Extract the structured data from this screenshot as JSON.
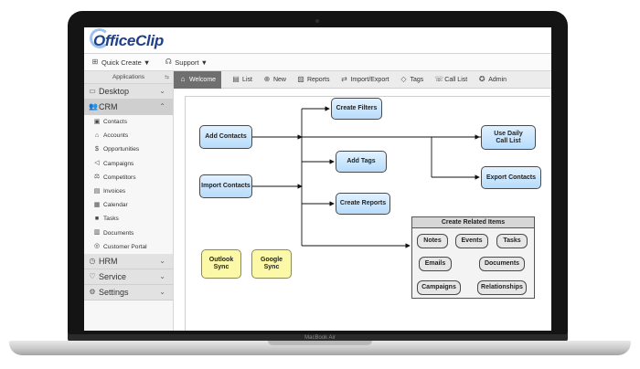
{
  "app": {
    "logo": "OfficeClip"
  },
  "menu": {
    "items": [
      {
        "label": "Quick Create ▼",
        "icon": "quick-create-icon"
      },
      {
        "label": "Support ▼",
        "icon": "headset-icon"
      }
    ]
  },
  "sidebar": {
    "header": "Applications",
    "sections": [
      {
        "label": "Desktop",
        "icon": "desktop-icon",
        "expanded": false
      },
      {
        "label": "CRM",
        "icon": "users-icon",
        "expanded": true
      },
      {
        "label": "HRM",
        "icon": "clock-icon",
        "expanded": false
      },
      {
        "label": "Service",
        "icon": "lightbulb-icon",
        "expanded": false
      },
      {
        "label": "Settings",
        "icon": "gear-icon",
        "expanded": false
      }
    ],
    "crm_items": [
      {
        "label": "Contacts",
        "icon": "contact-card-icon"
      },
      {
        "label": "Accounts",
        "icon": "building-icon"
      },
      {
        "label": "Opportunities",
        "icon": "money-bag-icon"
      },
      {
        "label": "Campaigns",
        "icon": "megaphone-icon"
      },
      {
        "label": "Competitors",
        "icon": "competitors-icon"
      },
      {
        "label": "Invoices",
        "icon": "invoice-icon"
      },
      {
        "label": "Calendar",
        "icon": "calendar-icon"
      },
      {
        "label": "Tasks",
        "icon": "tasks-icon"
      },
      {
        "label": "Documents",
        "icon": "documents-icon"
      },
      {
        "label": "Customer Portal",
        "icon": "portal-icon"
      }
    ]
  },
  "tabs": [
    {
      "label": "Welcome",
      "icon": "home-icon",
      "active": true
    },
    {
      "label": "List",
      "icon": "list-icon"
    },
    {
      "label": "New",
      "icon": "plus-circle-icon"
    },
    {
      "label": "Reports",
      "icon": "chart-icon"
    },
    {
      "label": "Import/Export",
      "icon": "import-export-icon"
    },
    {
      "label": "Tags",
      "icon": "tag-icon"
    },
    {
      "label": "Call List",
      "icon": "phone-icon"
    },
    {
      "label": "Admin",
      "icon": "admin-icon"
    }
  ],
  "diagram": {
    "add_contacts": "Add Contacts",
    "import_contacts": "Import Contacts",
    "create_filters": "Create Filters",
    "add_tags": "Add Tags",
    "create_reports": "Create Reports",
    "use_daily_call_list_1": "Use Daily",
    "use_daily_call_list_2": "Call List",
    "export_contacts": "Export Contacts",
    "outlook_sync_1": "Outlook",
    "outlook_sync_2": "Sync",
    "google_sync_1": "Google",
    "google_sync_2": "Sync",
    "related": {
      "title": "Create Related Items",
      "items": [
        "Notes",
        "Events",
        "Tasks",
        "Emails",
        "Documents",
        "Campaigns",
        "Relationships"
      ]
    }
  },
  "device": {
    "label": "MacBook Air"
  },
  "colors": {
    "node_blue": "#b6dcfb",
    "node_yellow": "#fbf8a8",
    "logo_blue": "#1e3f8a",
    "active_tab": "#6f6f6f"
  }
}
